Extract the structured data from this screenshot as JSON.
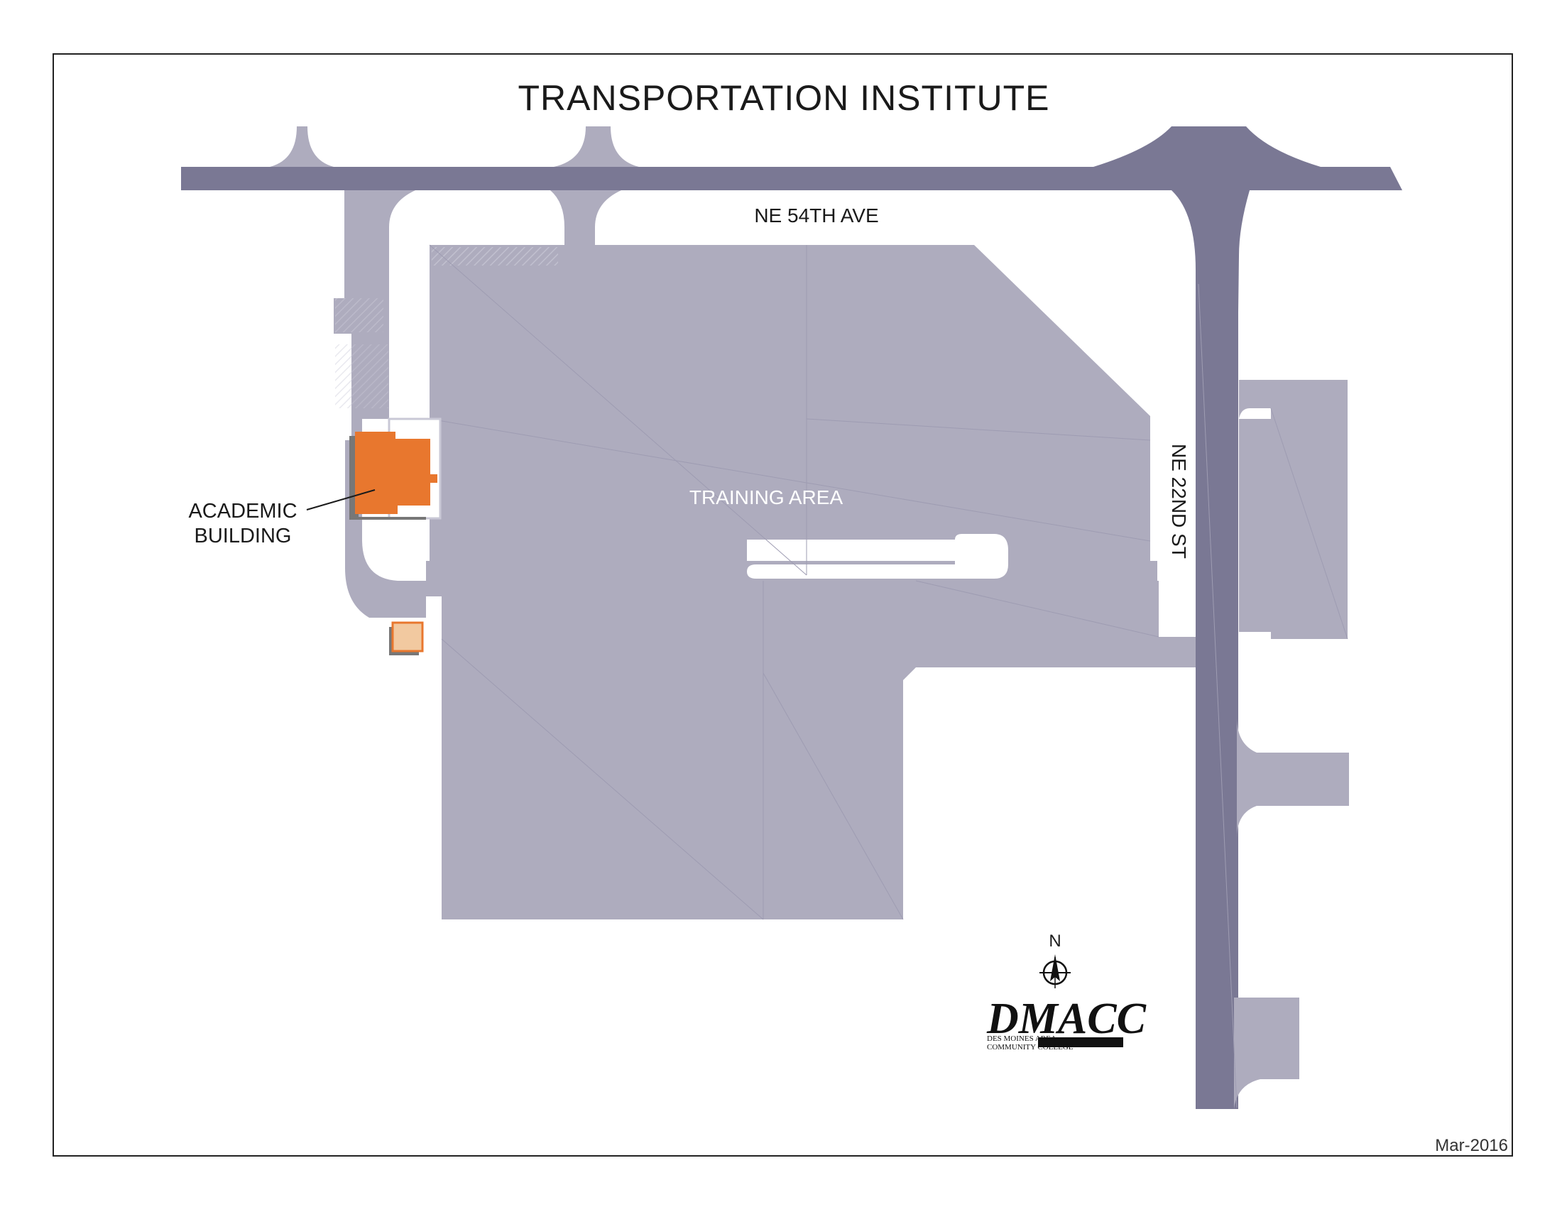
{
  "map": {
    "title": "TRANSPORTATION INSTITUTE",
    "streets": {
      "north": "NE 54TH AVE",
      "east": "NE 22ND ST"
    },
    "areas": {
      "training": "TRAINING AREA"
    },
    "buildings": {
      "academic_line1": "ACADEMIC",
      "academic_line2": "BUILDING"
    },
    "compass": {
      "label": "N",
      "icon": "north-arrow-icon"
    },
    "logo": {
      "main": "DMACC",
      "line1": "DES MOINES AREA",
      "line2": "COMMUNITY COLLEGE",
      "icon": "dmacc-logo"
    },
    "date": "Mar-2016",
    "colors": {
      "main_road": "#7a7894",
      "paved_area": "#aeacbe",
      "academic_building": "#e8772e",
      "small_building": "#f2c9a0"
    }
  }
}
